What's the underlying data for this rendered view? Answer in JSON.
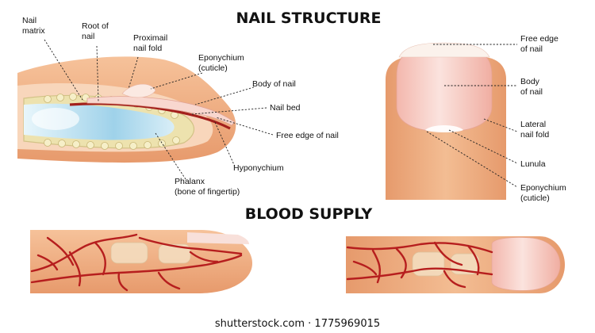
{
  "titles": {
    "nail_structure": "NAIL STRUCTURE",
    "blood_supply": "BLOOD SUPPLY"
  },
  "side_view": {
    "nail_matrix": [
      "Nail",
      "matrix"
    ],
    "root_of_nail": [
      "Root of",
      "nail"
    ],
    "proximal_nail_fold": [
      "Proximail",
      "nail fold"
    ],
    "eponychium": [
      "Eponychium",
      "(cuticle)"
    ],
    "body_of_nail": "Body of nail",
    "nail_bed": "Nail bed",
    "free_edge": "Free edge of nail",
    "hyponychium": "Hyponychium",
    "phalanx": [
      "Phalanx",
      "(bone of fingertip)"
    ]
  },
  "top_view": {
    "free_edge": [
      "Free edge",
      "of nail"
    ],
    "body": [
      "Body",
      "of nail"
    ],
    "lateral_fold": [
      "Lateral",
      "nail fold"
    ],
    "lunula": "Lunula",
    "eponychium": [
      "Eponychium",
      "(cuticle)"
    ]
  },
  "footer": "shutterstock.com · 1775969015",
  "colors": {
    "skin": "#f2b488",
    "skin_dark": "#e48f60",
    "nail": "#f7cdc4",
    "vessel": "#b61e1e",
    "bone": "#e9e3b4",
    "marrow": "#bfe2f0"
  }
}
